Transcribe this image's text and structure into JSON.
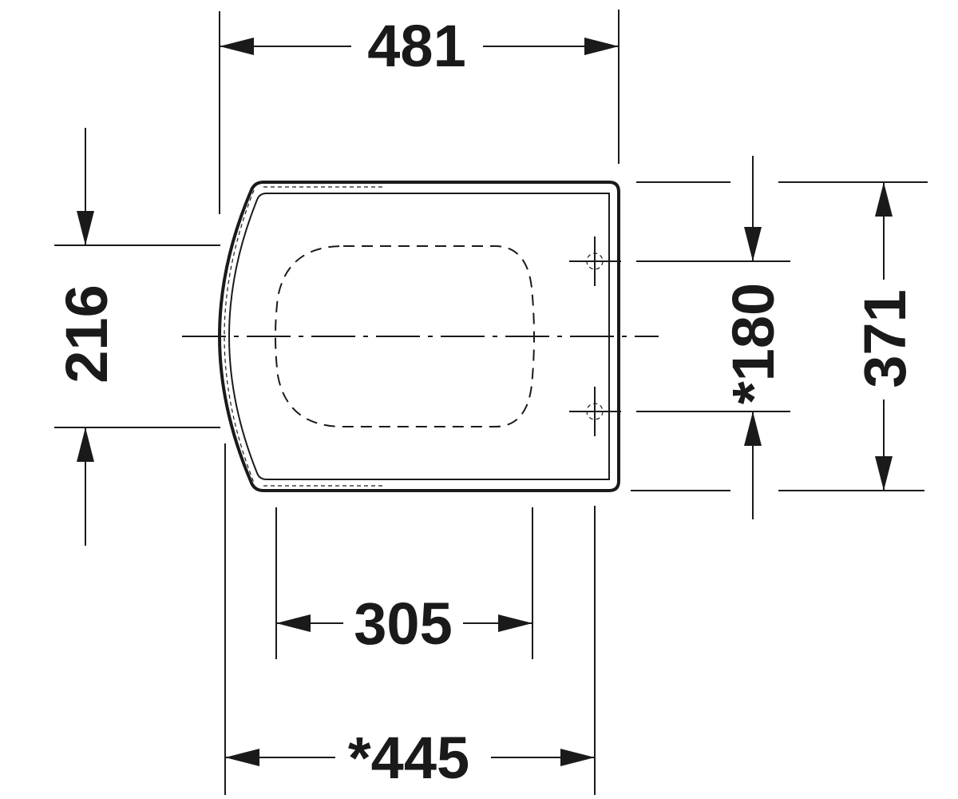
{
  "dimensions": {
    "top_width": "481",
    "left_height": "216",
    "right_inner": "*180",
    "right_outer": "371",
    "bottom_inner": "305",
    "bottom_outer": "*445"
  },
  "colors": {
    "line": "#1a1a1a",
    "background": "#ffffff"
  }
}
